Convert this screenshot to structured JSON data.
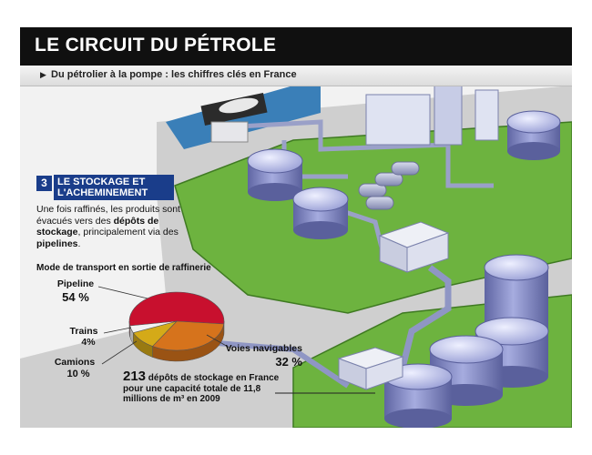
{
  "header": {
    "title": "LE CIRCUIT DU PÉTROLE",
    "subtitle": "Du pétrolier à la pompe : les chiffres clés en France"
  },
  "section": {
    "number": "3",
    "title": "LE STOCKAGE ET L'ACHEMINEMENT",
    "body_pre": "Une fois raffinés, les produits sont évacués vers des ",
    "body_bold1": "dépôts de stockage",
    "body_mid": ", principalement via des ",
    "body_bold2": "pipelines",
    "body_end": "."
  },
  "chart_data": {
    "type": "pie",
    "title": "Mode de transport en sortie de raffinerie",
    "slices": [
      {
        "label": "Pipeline",
        "value": 54,
        "display": "54 %",
        "color": "#c8102e"
      },
      {
        "label": "Voies navigables",
        "value": 32,
        "display": "32 %",
        "color": "#d6731c"
      },
      {
        "label": "Camions",
        "value": 10,
        "display": "10 %",
        "color": "#d4aa18"
      },
      {
        "label": "Trains",
        "value": 4,
        "display": "4%",
        "color": "#f2f2f2"
      }
    ]
  },
  "depots": {
    "count": "213",
    "text": " dépôts de stockage en France pour une capacité totale de 11,8 millions de m³ en 2009"
  },
  "colors": {
    "grass": "#6db33f",
    "road": "#c9c9c9",
    "tank": "#8f96cf",
    "section_blue": "#1a3d8a",
    "water": "#3a7fb8"
  }
}
